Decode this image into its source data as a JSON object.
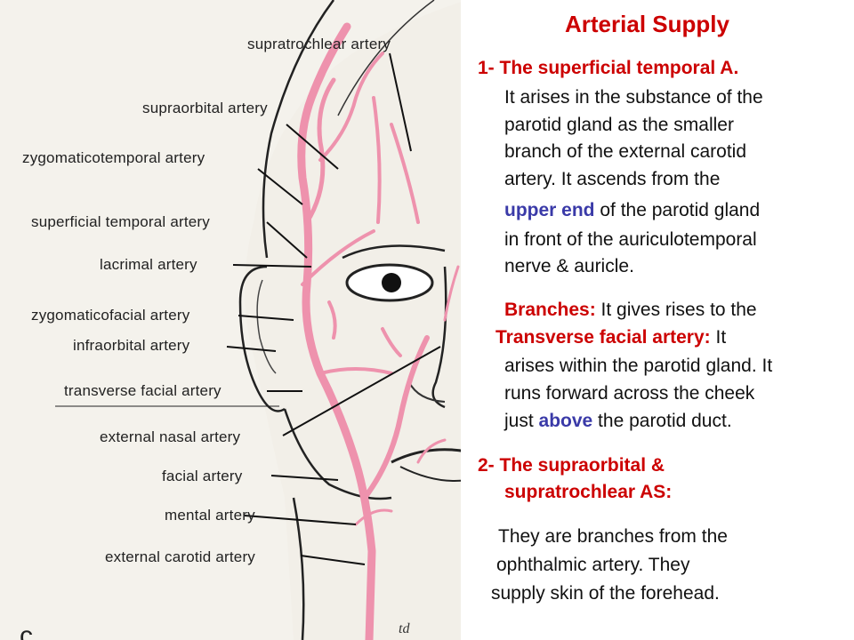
{
  "figure": {
    "labels": {
      "supratrochlear": "supratrochlear artery",
      "supraorbital": "supraorbital artery",
      "zygomaticotemporal": "zygomaticotemporal artery",
      "superficial_temporal": "superficial temporal artery",
      "lacrimal": "lacrimal artery",
      "zygomaticofacial": "zygomaticofacial artery",
      "infraorbital": "infraorbital artery",
      "transverse_facial": "transverse facial artery",
      "external_nasal": "external nasal artery",
      "facial": "facial artery",
      "mental": "mental artery",
      "external_carotid": "external carotid artery"
    },
    "signature": "td",
    "corner_letter": "c",
    "colors": {
      "artery": "#ee92ad",
      "skin": "#f2efe8",
      "outline": "#222222"
    }
  },
  "text": {
    "title": "Arterial Supply",
    "s1_heading": "1- The superficial temporal A.",
    "p1": {
      "l1": "It arises in the substance of the",
      "l2": "parotid gland as the smaller",
      "l3": "branch of the external carotid",
      "l4": "artery. It ascends from the",
      "l5_hl": "upper end",
      "l5_rest": " of the  parotid gland",
      "l6": "in front of the auriculotemporal",
      "l7": "nerve & auricle."
    },
    "p2": {
      "branches_label": "Branches:",
      "l1_rest": " It gives rises to the",
      "tfa_label": "Transverse facial artery:",
      "l2_rest": " It",
      "l3": "arises within the parotid gland. It",
      "l4": "runs forward across the cheek",
      "l5_pre": "just ",
      "l5_hl": "above",
      "l5_rest": " the parotid duct."
    },
    "s2_heading_l1": "2- The supraorbital &",
    "s2_heading_l2": "supratrochlear AS:",
    "p3": {
      "l1": "They are branches from the",
      "l2": "ophthalmic artery. They",
      "l3": "supply skin of the forehead."
    }
  }
}
